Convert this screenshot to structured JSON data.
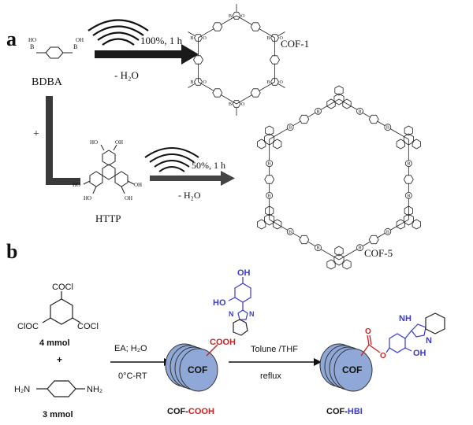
{
  "panel_a": {
    "label": "a",
    "reactant1": "BDBA",
    "reactant2": "HTTP",
    "plus": "+",
    "condition_top": "100%, 1 h",
    "loss_top": "- H₂O",
    "condition_bottom": "50%, 1 h",
    "loss_bottom": "- H₂O",
    "product1": "COF-1",
    "product2": "COF-5",
    "atoms": {
      "B": "B",
      "O": "O",
      "HO": "HO",
      "OH": "OH"
    }
  },
  "panel_b": {
    "label": "b",
    "reagent_top_group": "COCl",
    "reagent_left_group": "ClOC",
    "reagent_right_group": "COCl",
    "amount1": "4 mmol",
    "plus": "+",
    "amine_left": "H₂N",
    "amine_right": "NH₂",
    "amount2": "3 mmol",
    "step1_top": "EA; H₂O",
    "step1_bottom": "0°C-RT",
    "cof_label": "COF",
    "acid_group": "COOH",
    "product1_prefix": "COF-",
    "product1_suffix": "COOH",
    "reagent2_oh_top": "OH",
    "reagent2_oh_left": "HO",
    "reagent2_n1": "N",
    "reagent2_n2": "N",
    "step2_top": "Tolune /THF",
    "step2_bottom": "reflux",
    "ester_o1": "O",
    "ester_o2": "O",
    "nh": "NH",
    "n": "N",
    "oh_product": "OH",
    "product2_prefix": "COF-",
    "product2_suffix": "HBI"
  },
  "colors": {
    "ink": "#111111",
    "arrow_dark": "#1a1a1a",
    "arrow_grey": "#3a3a3a",
    "accent_red": "#cc1f1f",
    "accent_blue": "#3a3acf",
    "disc_fill": "#8fa8d8",
    "disc_stroke": "#333333"
  }
}
